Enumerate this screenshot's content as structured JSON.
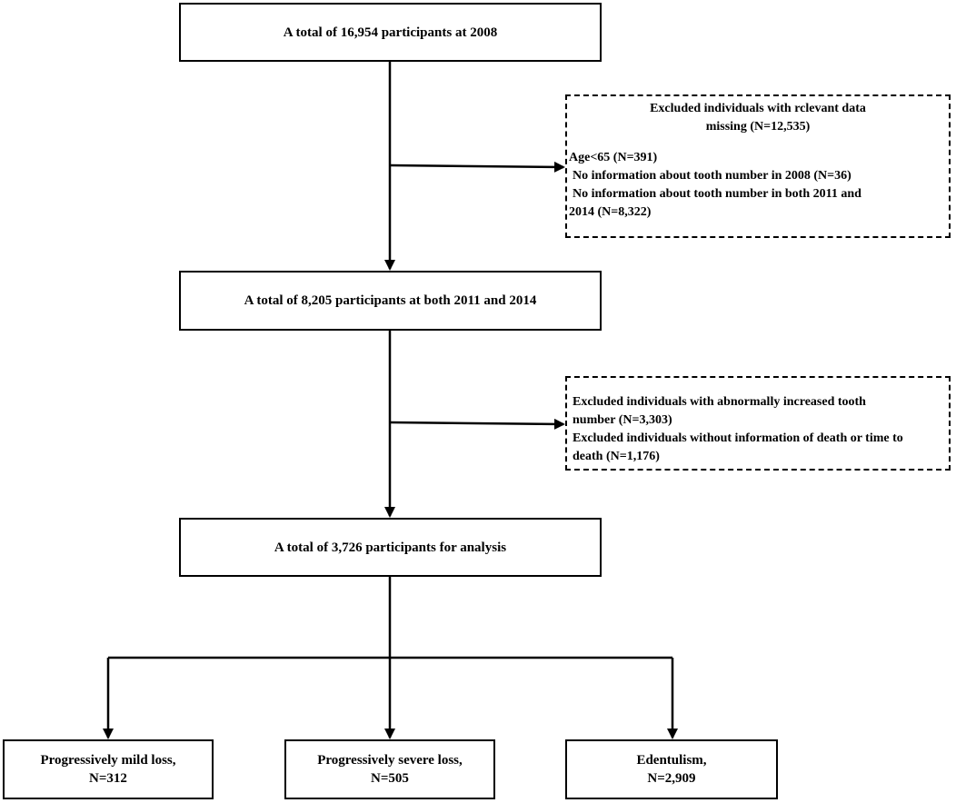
{
  "nodes": {
    "start": {
      "text": "A total of 16,954 participants at 2008"
    },
    "exclusion1": {
      "heading_line1": "Excluded individuals with rclevant data",
      "heading_line2": "missing (N=12,535)",
      "items": [
        "Age<65 (N=391)",
        "No information about tooth number in 2008 (N=36)",
        "No information about tooth number in both 2011 and",
        "2014 (N=8,322)"
      ]
    },
    "followup": {
      "text": "A total of 8,205 participants at both 2011 and 2014"
    },
    "exclusion2": {
      "items": [
        "Excluded individuals with abnormally increased tooth",
        "number (N=3,303)",
        "Excluded individuals without information of death or time to",
        "death (N=1,176)"
      ]
    },
    "analysis": {
      "text": "A total of 3,726 participants for analysis"
    },
    "groups": [
      {
        "label": "Progressively mild loss,",
        "count": "N=312"
      },
      {
        "label": "Progressively severe loss,",
        "count": "N=505"
      },
      {
        "label": "Edentulism,",
        "count": "N=2,909"
      }
    ]
  }
}
